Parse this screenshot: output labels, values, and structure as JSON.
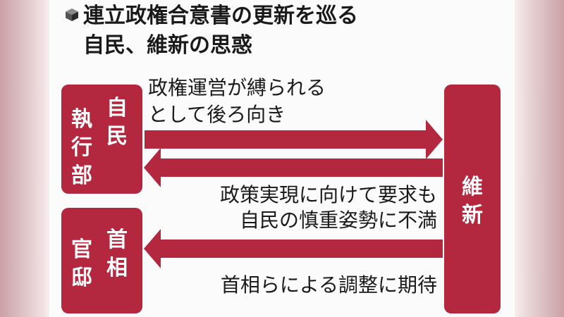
{
  "title": {
    "line1": "連立政権合意書の更新を巡る",
    "line2": "自民、維新の思惑",
    "icon": "cube-icon"
  },
  "boxes": {
    "jimin": {
      "col_left": "執行部",
      "col_right": "自民"
    },
    "kantei": {
      "col_left": "官邸",
      "col_right": "首相"
    },
    "ishin": {
      "text": "維新"
    }
  },
  "labels": {
    "top_line1": "政権運営が縛られる",
    "top_line2": "として後ろ向き",
    "mid_line1": "政策実現に向けて要求も",
    "mid_line2": "自民の慎重姿勢に不満",
    "bottom_line1": "首相らによる調整に期待"
  },
  "colors": {
    "box": "#b3283f",
    "arrow": "#b3283f",
    "text": "#1a1a1a"
  }
}
